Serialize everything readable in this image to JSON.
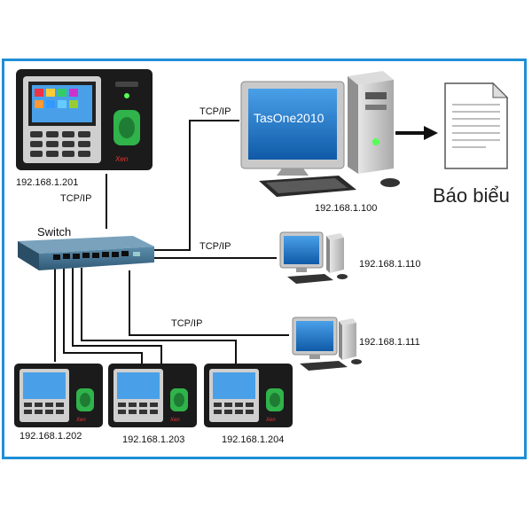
{
  "diagram": {
    "switch_label": "Switch",
    "protocol_label": "TCP/IP",
    "server": {
      "screen_text": "TasOne2010",
      "ip": "192.168.1.100"
    },
    "report_label": "Báo biểu",
    "clients": [
      {
        "ip": "192.168.1.110"
      },
      {
        "ip": "192.168.1.111"
      }
    ],
    "terminals": [
      {
        "ip": "192.168.1.201",
        "brand": "Xen"
      },
      {
        "ip": "192.168.1.202",
        "brand": "Xen"
      },
      {
        "ip": "192.168.1.203",
        "brand": "Xen"
      },
      {
        "ip": "192.168.1.204",
        "brand": "Xen"
      }
    ],
    "colors": {
      "frame": "#1e8fd6",
      "switch_body": "#3c6f8f",
      "cable": "#111111",
      "terminal_body": "#1b1b1b",
      "fingerprint_sensor": "#2fb34a",
      "monitor_screen": "#1d74c8"
    }
  }
}
